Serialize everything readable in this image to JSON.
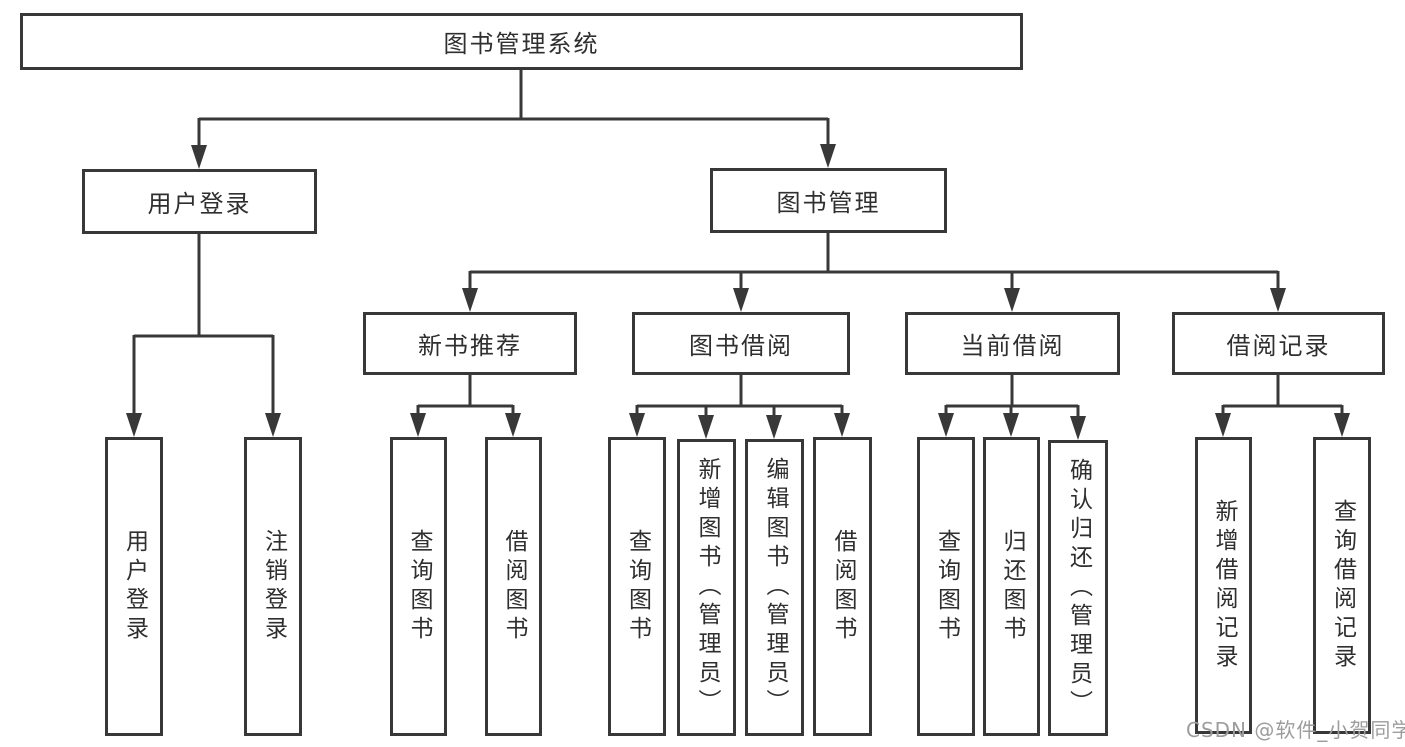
{
  "tree": {
    "label": "图书管理系统",
    "children": [
      {
        "label": "用户登录",
        "children": [
          {
            "label": "用户登录"
          },
          {
            "label": "注销登录"
          }
        ]
      },
      {
        "label": "图书管理",
        "children": [
          {
            "label": "新书推荐",
            "children": [
              {
                "label": "查询图书"
              },
              {
                "label": "借阅图书"
              }
            ]
          },
          {
            "label": "图书借阅",
            "children": [
              {
                "label": "查询图书"
              },
              {
                "label": "新增图书（管理员）"
              },
              {
                "label": "编辑图书（管理员）"
              },
              {
                "label": "借阅图书"
              }
            ]
          },
          {
            "label": "当前借阅",
            "children": [
              {
                "label": "查询图书"
              },
              {
                "label": "归还图书"
              },
              {
                "label": "确认归还（管理员）"
              }
            ]
          },
          {
            "label": "借阅记录",
            "children": [
              {
                "label": "新增借阅记录"
              },
              {
                "label": "查询借阅记录"
              }
            ]
          }
        ]
      }
    ]
  },
  "watermark": {
    "text": "CSDN @软件_小贺同学"
  },
  "colors": {
    "line": "#383838",
    "text": "#2f2f2f",
    "watermark": "#9d9d9d",
    "background": "#ffffff"
  }
}
